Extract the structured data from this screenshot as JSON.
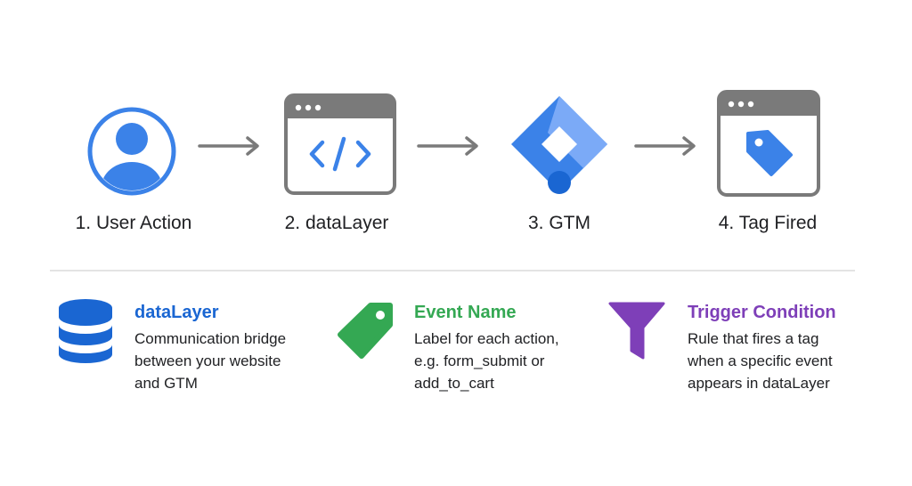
{
  "steps": [
    {
      "label": "1. User Action",
      "icon": "user-avatar-icon"
    },
    {
      "label": "2. dataLayer",
      "icon": "code-window-icon"
    },
    {
      "label": "3. GTM",
      "icon": "gtm-logo-icon"
    },
    {
      "label": "4. Tag Fired",
      "icon": "tag-window-icon"
    }
  ],
  "legend": [
    {
      "title": "dataLayer",
      "color": "#1a66d2",
      "icon": "database-icon",
      "desc": [
        "Communication bridge",
        "between your website",
        "and GTM"
      ]
    },
    {
      "title": "Event Name",
      "color": "#34a853",
      "icon": "tag-icon",
      "desc": [
        "Label for each action,",
        "e.g. form_submit or",
        "add_to_cart"
      ]
    },
    {
      "title": "Trigger Condition",
      "color": "#7e3fb8",
      "icon": "funnel-icon",
      "desc": [
        "Rule that fires a tag",
        "when a specific event",
        "appears in dataLayer"
      ]
    }
  ],
  "colors": {
    "blue": "#3b82e8",
    "light_blue": "#7baaf7",
    "dark_blue": "#1a66d2",
    "gray": "#7a7a7a",
    "green": "#34a853",
    "purple": "#7e3fb8"
  }
}
